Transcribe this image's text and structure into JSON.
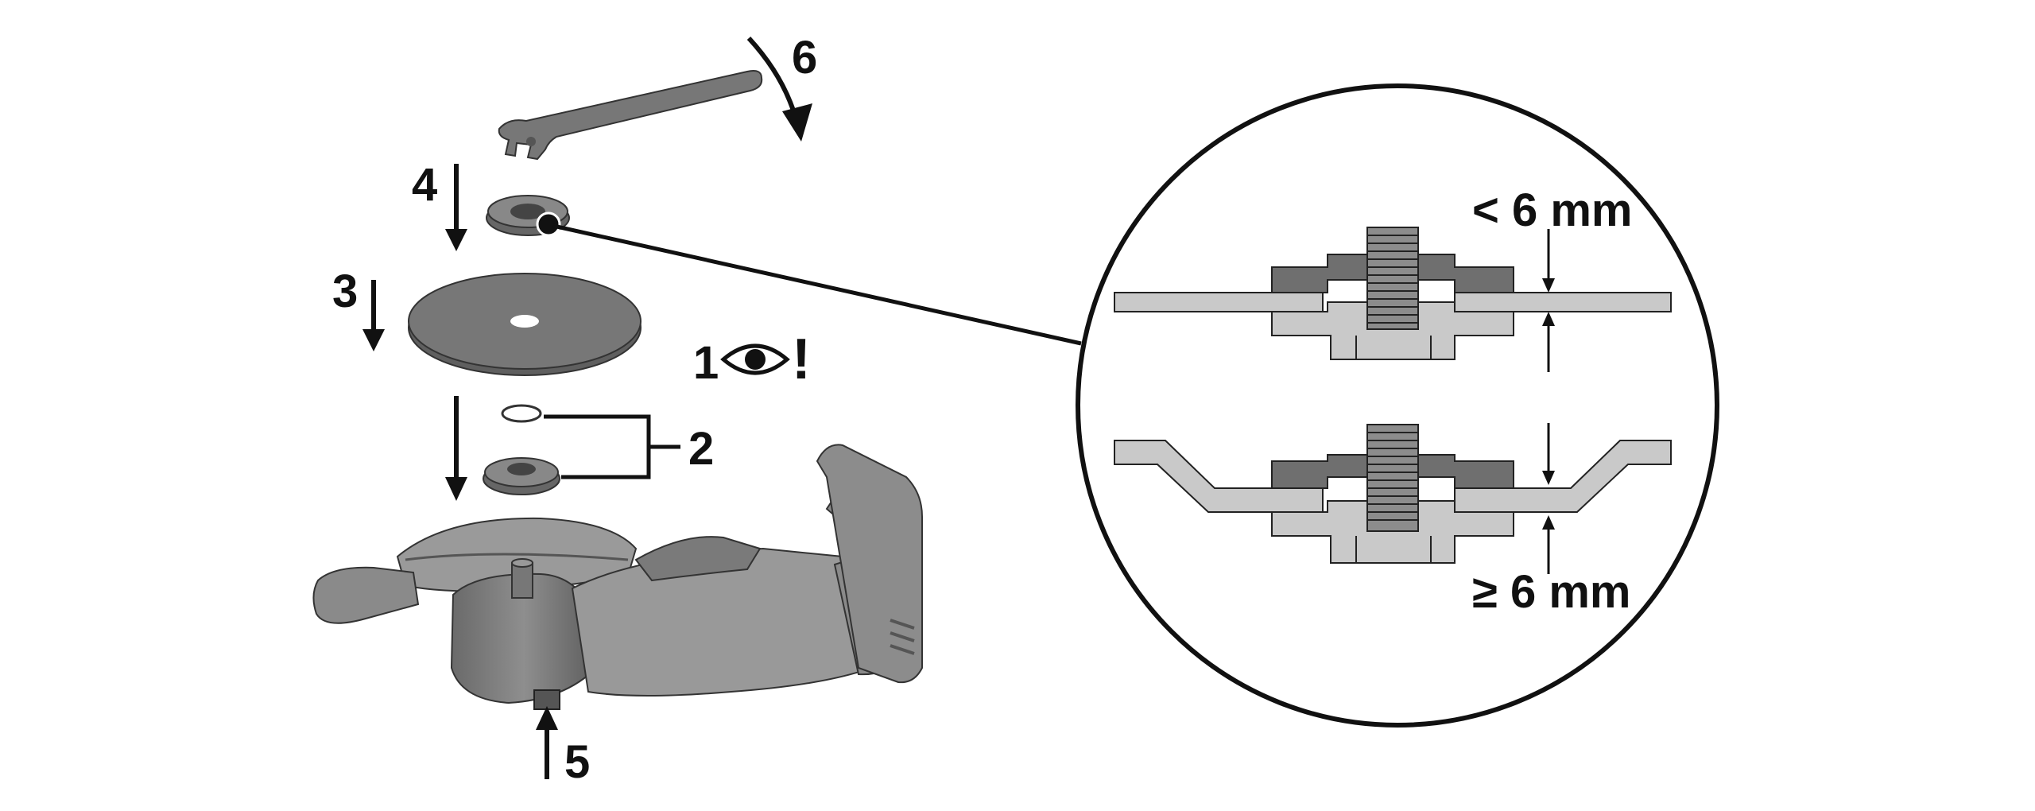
{
  "callouts": {
    "step_1": "1",
    "step_1_warning": "!",
    "step_2": "2",
    "step_3": "3",
    "step_4": "4",
    "step_5": "5",
    "step_6": "6"
  },
  "detail": {
    "thin_disc_clearance": "< 6 mm",
    "thick_disc_clearance": "≥ 6 mm"
  },
  "icons": {
    "step_1_icon": "eye-icon",
    "step_6_icon": "curved-arrow-icon"
  },
  "colors": {
    "line": "#111111",
    "part_dark": "#6f6f6f",
    "part_mid": "#8c8c8c",
    "part_light": "#c9c9c9",
    "background": "#ffffff"
  }
}
